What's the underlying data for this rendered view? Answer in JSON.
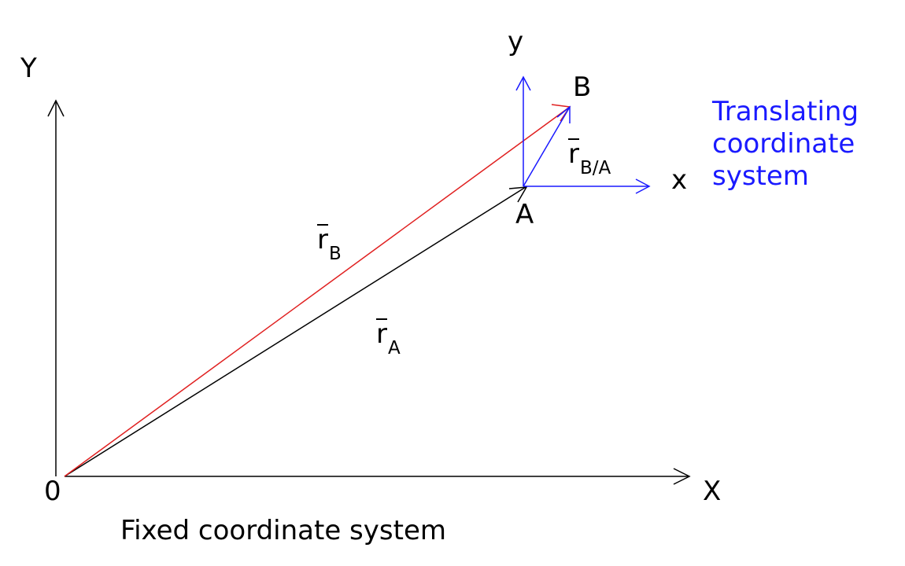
{
  "colors": {
    "fixed_axes": "#000000",
    "vector_rA": "#000000",
    "vector_rB": "#e02020",
    "translating_axes": "#1a1aff",
    "vector_rBA": "#1a1aff",
    "translating_label": "#1a1aff"
  },
  "fixed_frame": {
    "origin_label": "0",
    "x_axis_label": "X",
    "y_axis_label": "Y",
    "caption": "Fixed coordinate system"
  },
  "translating_frame": {
    "x_axis_label": "x",
    "y_axis_label": "y",
    "caption_lines": [
      "Translating",
      "coordinate",
      "system"
    ]
  },
  "points": {
    "A": "A",
    "B": "B"
  },
  "vectors": {
    "rA": {
      "symbol": "r",
      "subscript": "A"
    },
    "rB": {
      "symbol": "r",
      "subscript": "B"
    },
    "rBA": {
      "symbol": "r",
      "subscript": "B/A"
    }
  }
}
